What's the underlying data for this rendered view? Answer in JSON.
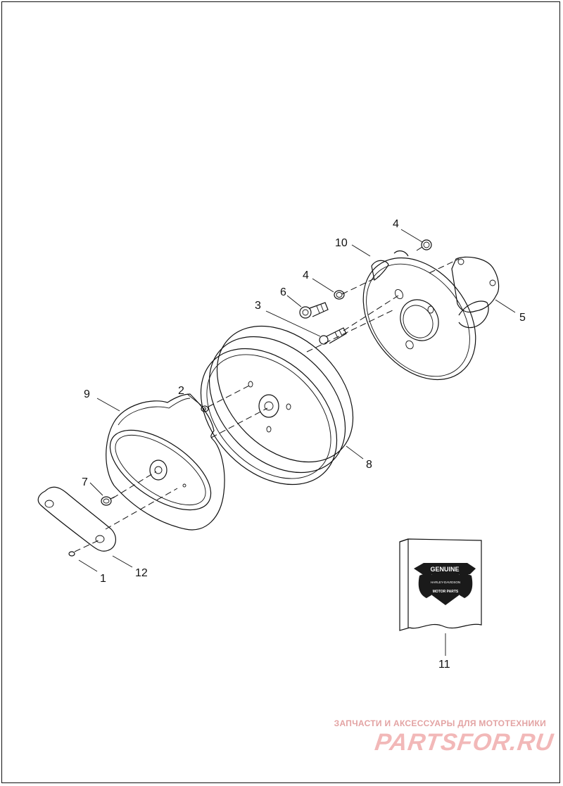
{
  "callouts": {
    "c1": "1",
    "c2": "2",
    "c3": "3",
    "c4a": "4",
    "c4b": "4",
    "c5": "5",
    "c6": "6",
    "c7": "7",
    "c8": "8",
    "c9": "9",
    "c10": "10",
    "c11": "11",
    "c12": "12"
  },
  "kit_label": {
    "line1": "GENUINE",
    "line2": "HARLEY-DAVIDSON",
    "line3": "MOTOR PARTS"
  },
  "watermark": {
    "tagline": "ЗАПЧАСТИ И АКСЕССУАРЫ ДЛЯ МОТОТЕХНИКИ",
    "brand": "PARTSFOR.RU"
  },
  "colors": {
    "line": "#111111",
    "watermark_tagline": "#e3a3a3",
    "watermark_brand": "#f2b8b8",
    "kit_emblem": "#1a1a1a"
  }
}
